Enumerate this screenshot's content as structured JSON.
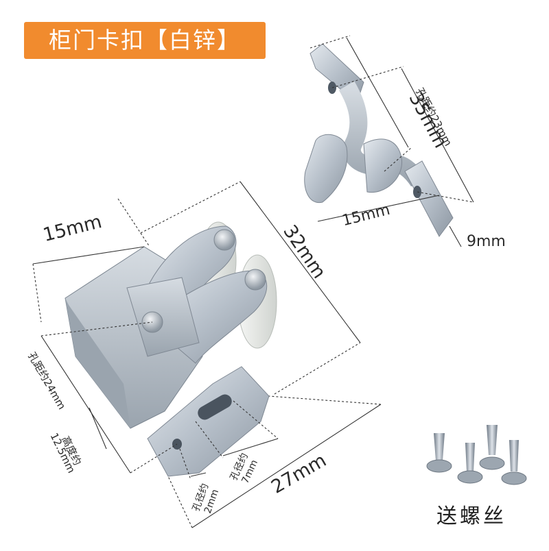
{
  "title": "柜门卡扣【白锌】",
  "dimensions": {
    "strike_length": "35mm",
    "strike_hole_spacing": "孔距约23mm",
    "strike_width": "15mm",
    "strike_thickness": "9mm",
    "catch_width": "15mm",
    "catch_depth": "32mm",
    "catch_hole_spacing": "孔距约24mm",
    "catch_height": "高度约",
    "catch_height_value": "12.5mm",
    "slot_hole_a_label": "孔径约",
    "slot_hole_a_value": "2mm",
    "slot_hole_b_label": "孔径约",
    "slot_hole_b_value": "7mm",
    "base_length": "27mm"
  },
  "screws_caption": "送螺丝",
  "colors": {
    "banner": "#f18b2e",
    "metal": "#b9c2cc",
    "roller": "#e9ebe8"
  }
}
